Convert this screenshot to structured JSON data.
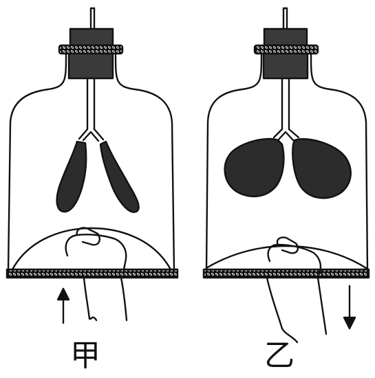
{
  "figure": {
    "left_label": "甲",
    "right_label": "乙",
    "left_state": {
      "diaphragm": "pushed-up",
      "lungs": "deflated",
      "arrow": "up"
    },
    "right_state": {
      "diaphragm": "pulled-down",
      "lungs": "inflated",
      "arrow": "down"
    }
  },
  "colors": {
    "ink": "#111111",
    "lung_fill": "#2c2c2c",
    "cork_fill": "#3a3a3a",
    "background": "#ffffff"
  }
}
